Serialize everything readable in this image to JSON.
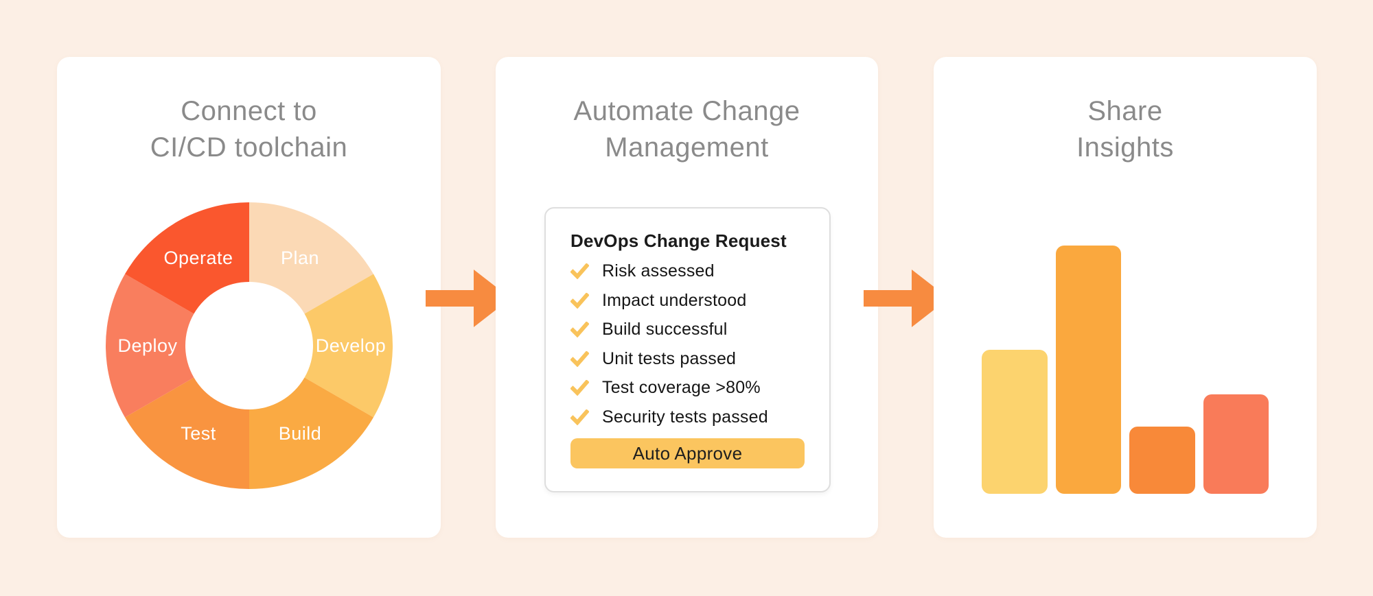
{
  "page": {
    "background": "#FCEFE5",
    "title_color": "#8A8A8A"
  },
  "cards": [
    {
      "title": "Connect to\nCI/CD toolchain"
    },
    {
      "title": "Automate Change\nManagement"
    },
    {
      "title": "Share\nInsights"
    }
  ],
  "change_request": {
    "title": "DevOps Change Request",
    "items": [
      "Risk assessed",
      "Impact understood",
      "Build successful",
      "Unit tests passed",
      "Test coverage >80%",
      "Security tests passed"
    ],
    "button_label": "Auto Approve",
    "button_color": "#FBC55F",
    "check_color": "#F9C35B"
  },
  "colors": {
    "arrow": "#F78B40"
  },
  "chart_data": [
    {
      "type": "pie",
      "subtype": "donut",
      "legend_position": "inside-slices",
      "direction": "clockwise",
      "start_angle_deg": 0,
      "label_color": "#FFFFFF",
      "segments": [
        {
          "label": "Plan",
          "value": 16.67,
          "color": "#FBD9B5"
        },
        {
          "label": "Develop",
          "value": 16.67,
          "color": "#FCC968"
        },
        {
          "label": "Build",
          "value": 16.67,
          "color": "#FAAA43"
        },
        {
          "label": "Test",
          "value": 16.67,
          "color": "#F99440"
        },
        {
          "label": "Deploy",
          "value": 16.67,
          "color": "#F97E5E"
        },
        {
          "label": "Operate",
          "value": 16.67,
          "color": "#FA572E"
        }
      ]
    },
    {
      "type": "bar",
      "title": "",
      "xlabel": "",
      "ylabel": "",
      "axes_visible": false,
      "categories": [
        "",
        "",
        "",
        ""
      ],
      "values": [
        58,
        100,
        27,
        40
      ],
      "value_unit": "relative-height-percent",
      "colors": [
        "#FCD36E",
        "#FAA83E",
        "#F88939",
        "#F97B59"
      ]
    }
  ]
}
